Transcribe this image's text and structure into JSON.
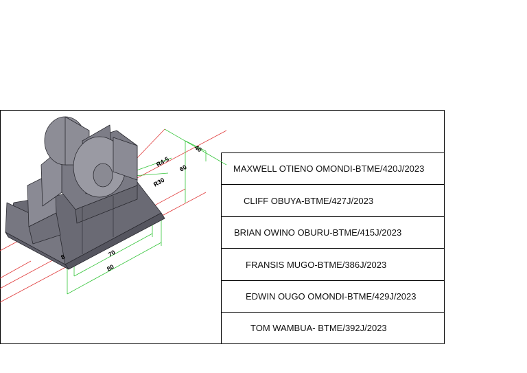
{
  "title_block": {
    "names": [
      "MAXWELL OTIENO OMONDI-BTME/420J/2023",
      "CLIFF OBUYA-BTME/427J/2023",
      "BRIAN OWINO OBURU-BTME/415J/2023",
      "FRANSIS MUGO-BTME/386J/2023",
      "EDWIN OUGO OMONDI-BTME/429J/2023",
      "TOM WAMBUA- BTME/392J/2023"
    ]
  },
  "dimensions": {
    "d_top": "40",
    "d_r8": "R4-5",
    "d_r30": "R30",
    "d_60": "60",
    "d_70": "70",
    "d_80": "80",
    "d_small": "8"
  },
  "colors": {
    "frame": "#000000",
    "solid_dark": "#5f5f6a",
    "solid_mid": "#7c7c86",
    "solid_light": "#9a9aa3",
    "edge": "#2a2a30",
    "dim_green": "#35c53a",
    "dim_red": "#e03a3a"
  }
}
